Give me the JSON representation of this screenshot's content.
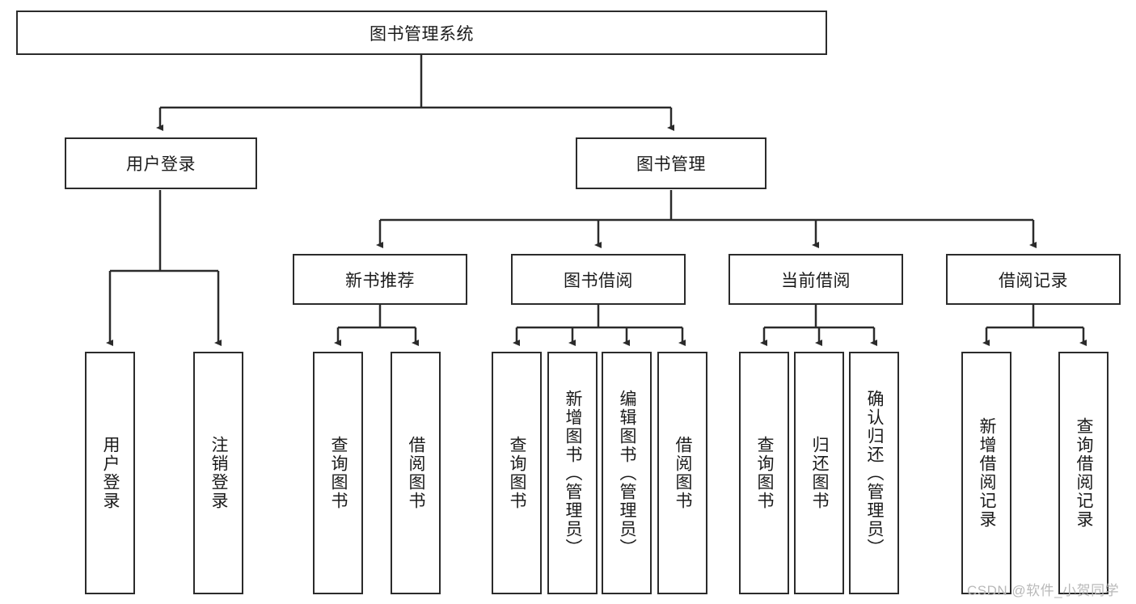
{
  "diagram": {
    "title_node": {
      "label": "图书管理系统"
    },
    "level1": [
      {
        "id": "user-login",
        "label": "用户登录"
      },
      {
        "id": "book-management",
        "label": "图书管理"
      }
    ],
    "level2": [
      {
        "id": "new-book-recommend",
        "label": "新书推荐",
        "parent": "book-management"
      },
      {
        "id": "book-borrow",
        "label": "图书借阅",
        "parent": "book-management"
      },
      {
        "id": "current-borrow",
        "label": "当前借阅",
        "parent": "book-management"
      },
      {
        "id": "borrow-record",
        "label": "借阅记录",
        "parent": "book-management"
      }
    ],
    "leaves": [
      {
        "id": "leaf-user-login",
        "label": "用户登录",
        "parent": "user-login"
      },
      {
        "id": "leaf-user-logout",
        "label": "注销登录",
        "parent": "user-login"
      },
      {
        "id": "leaf-query-book-1",
        "label": "查询图书",
        "parent": "new-book-recommend"
      },
      {
        "id": "leaf-borrow-book-1",
        "label": "借阅图书",
        "parent": "new-book-recommend"
      },
      {
        "id": "leaf-query-book-2",
        "label": "查询图书",
        "parent": "book-borrow"
      },
      {
        "id": "leaf-add-book",
        "label": "新增图书（管理员）",
        "parent": "book-borrow"
      },
      {
        "id": "leaf-edit-book",
        "label": "编辑图书（管理员）",
        "parent": "book-borrow"
      },
      {
        "id": "leaf-borrow-book-2",
        "label": "借阅图书",
        "parent": "book-borrow"
      },
      {
        "id": "leaf-query-book-3",
        "label": "查询图书",
        "parent": "current-borrow"
      },
      {
        "id": "leaf-return-book",
        "label": "归还图书",
        "parent": "current-borrow"
      },
      {
        "id": "leaf-confirm-return",
        "label": "确认归还（管理员）",
        "parent": "current-borrow"
      },
      {
        "id": "leaf-add-record",
        "label": "新增借阅记录",
        "parent": "borrow-record"
      },
      {
        "id": "leaf-query-record",
        "label": "查询借阅记录",
        "parent": "borrow-record"
      }
    ],
    "colors": {
      "stroke": "#2b2b2b",
      "fill": "#ffffff",
      "text": "#1b1b1b",
      "watermark": "#b9b9b9"
    }
  },
  "watermark": {
    "text": "CSDN @软件_小贺同学"
  }
}
